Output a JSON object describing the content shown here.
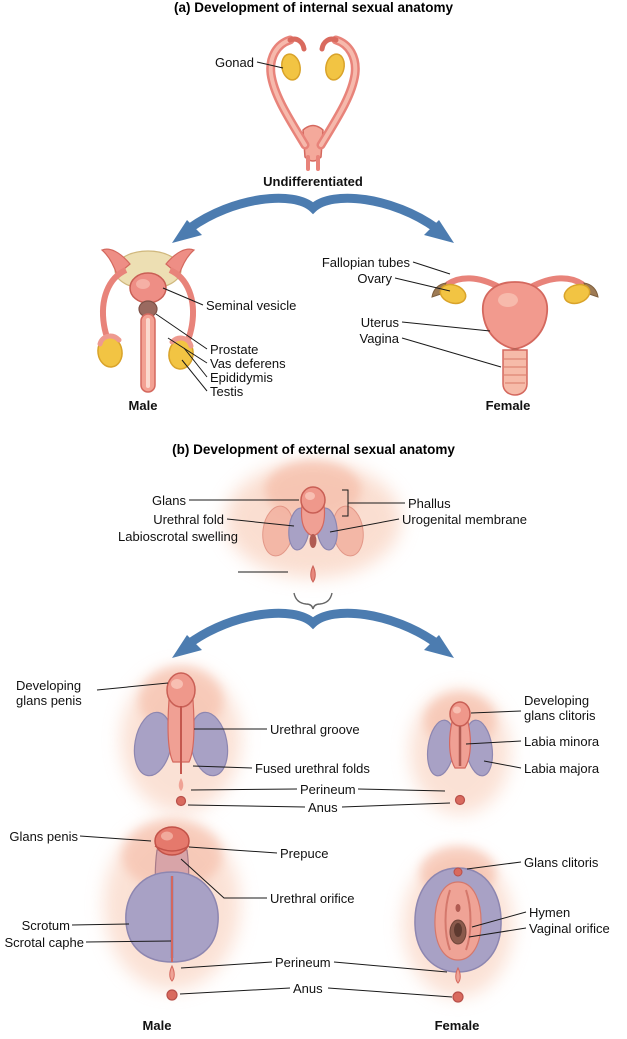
{
  "a": {
    "title": "(a) Development of internal sexual anatomy",
    "gonad": "Gonad",
    "undifferentiated": "Undifferentiated",
    "seminal_vesicle": "Seminal vesicle",
    "prostate": "Prostate",
    "vas_deferens": "Vas deferens",
    "epididymis": "Epididymis",
    "testis": "Testis",
    "male": "Male",
    "fallopian_tubes": "Fallopian tubes",
    "ovary": "Ovary",
    "uterus": "Uterus",
    "vagina": "Vagina",
    "female": "Female"
  },
  "b": {
    "title": "(b) Development of external sexual anatomy",
    "glans": "Glans",
    "urethral_fold": "Urethral fold",
    "labioscrotal_swelling": "Labioscrotal swelling",
    "phallus": "Phallus",
    "urogenital_membrane": "Urogenital membrane",
    "developing_glans_penis": "Developing glans penis",
    "urethral_groove": "Urethral groove",
    "fused_urethral_folds": "Fused urethral folds",
    "perineum_mid": "Perineum",
    "anus_mid": "Anus",
    "developing_glans_clitoris": "Developing glans clitoris",
    "labia_minora": "Labia minora",
    "labia_majora": "Labia majora",
    "glans_penis": "Glans penis",
    "prepuce": "Prepuce",
    "urethral_orifice": "Urethral orifice",
    "glans_clitoris": "Glans clitoris",
    "scrotum": "Scrotum",
    "scrotal_raphe": "Scrotal caphe",
    "hymen": "Hymen",
    "vaginal_orifice": "Vaginal orifice",
    "perineum_bottom": "Perineum",
    "anus_bottom": "Anus",
    "male": "Male",
    "female": "Female"
  },
  "colors": {
    "arrow_blue": "#4C7CB0",
    "skin_pink": "#F3A193",
    "outline_coral": "#D4685E",
    "gonad_yellow": "#F2C443",
    "fold_purple": "#A8A1C5",
    "cream": "#EDDFB3",
    "label_black": "#111111"
  }
}
